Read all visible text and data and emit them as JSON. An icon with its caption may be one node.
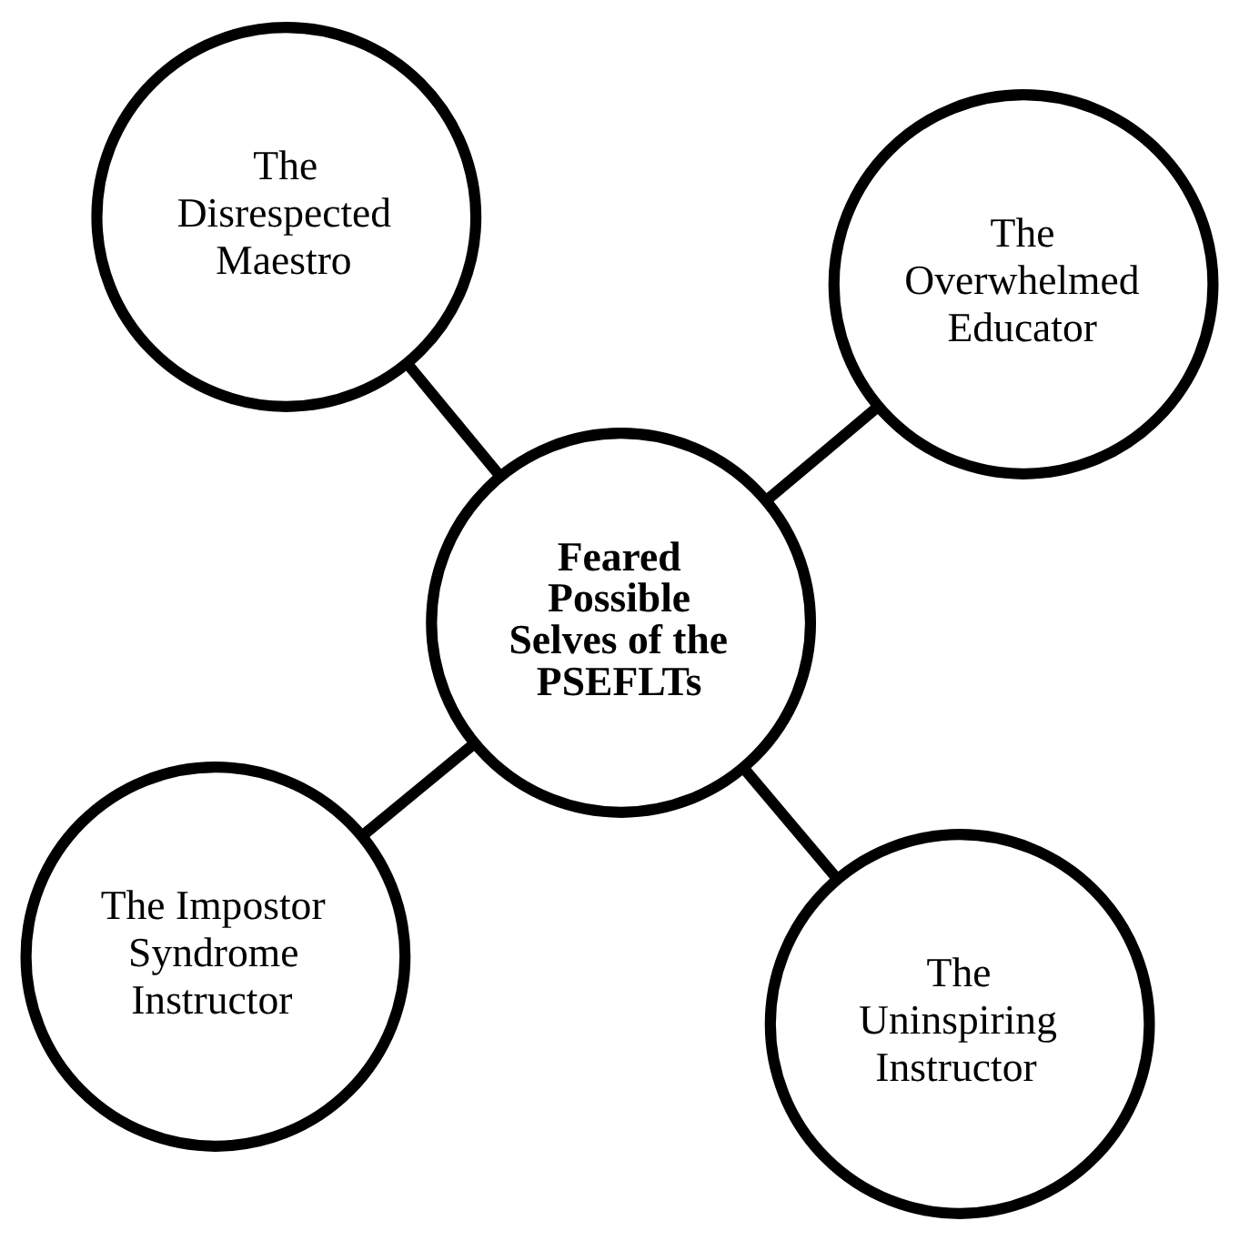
{
  "diagram": {
    "nodes": [
      {
        "text": [
          "The Impostor Syndrome Instructor"
        ]
      },
      {
        "text": [
          "The Uninspiring Instructor"
        ]
      },
      {
        "text": [
          "Feared Possible Selves of the PSEFLTs"
        ]
      },
      {
        "text": [
          "The Disrespected Maestro"
        ]
      },
      {
        "text": [
          "The Overwhelmed Educator"
        ]
      }
    ],
    "edges": [
      {
        "from": 2,
        "to": 0,
        "arrow": "none"
      },
      {
        "from": 2,
        "to": 1,
        "arrow": "none"
      },
      {
        "from": 2,
        "to": 3,
        "arrow": "none"
      },
      {
        "from": 2,
        "to": 4,
        "arrow": "none"
      }
    ]
  }
}
